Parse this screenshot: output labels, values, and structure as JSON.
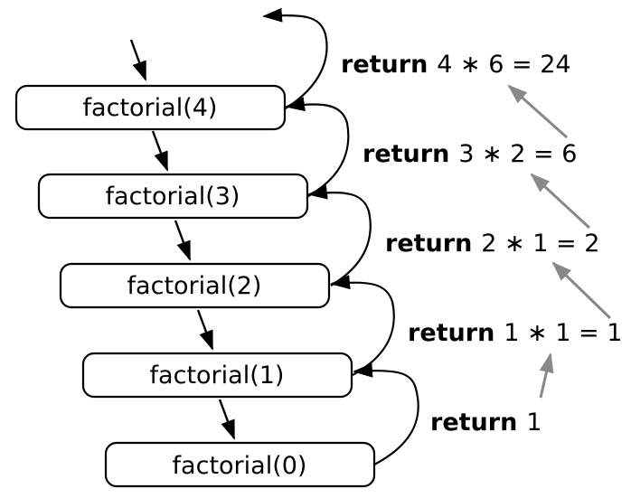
{
  "calls": [
    {
      "label": "factorial(4)"
    },
    {
      "label": "factorial(3)"
    },
    {
      "label": "factorial(2)"
    },
    {
      "label": "factorial(1)"
    },
    {
      "label": "factorial(0)"
    }
  ],
  "returns": [
    {
      "keyword": "return",
      "expr": "4 ∗ 6 = 24"
    },
    {
      "keyword": "return",
      "expr": "3 ∗ 2 = 6"
    },
    {
      "keyword": "return",
      "expr": "2 ∗ 1 = 2"
    },
    {
      "keyword": "return",
      "expr": "1 ∗ 1 = 1"
    },
    {
      "keyword": "return",
      "expr": "1"
    }
  ],
  "colors": {
    "box_stroke": "#000000",
    "return_arrow": "#888888"
  }
}
